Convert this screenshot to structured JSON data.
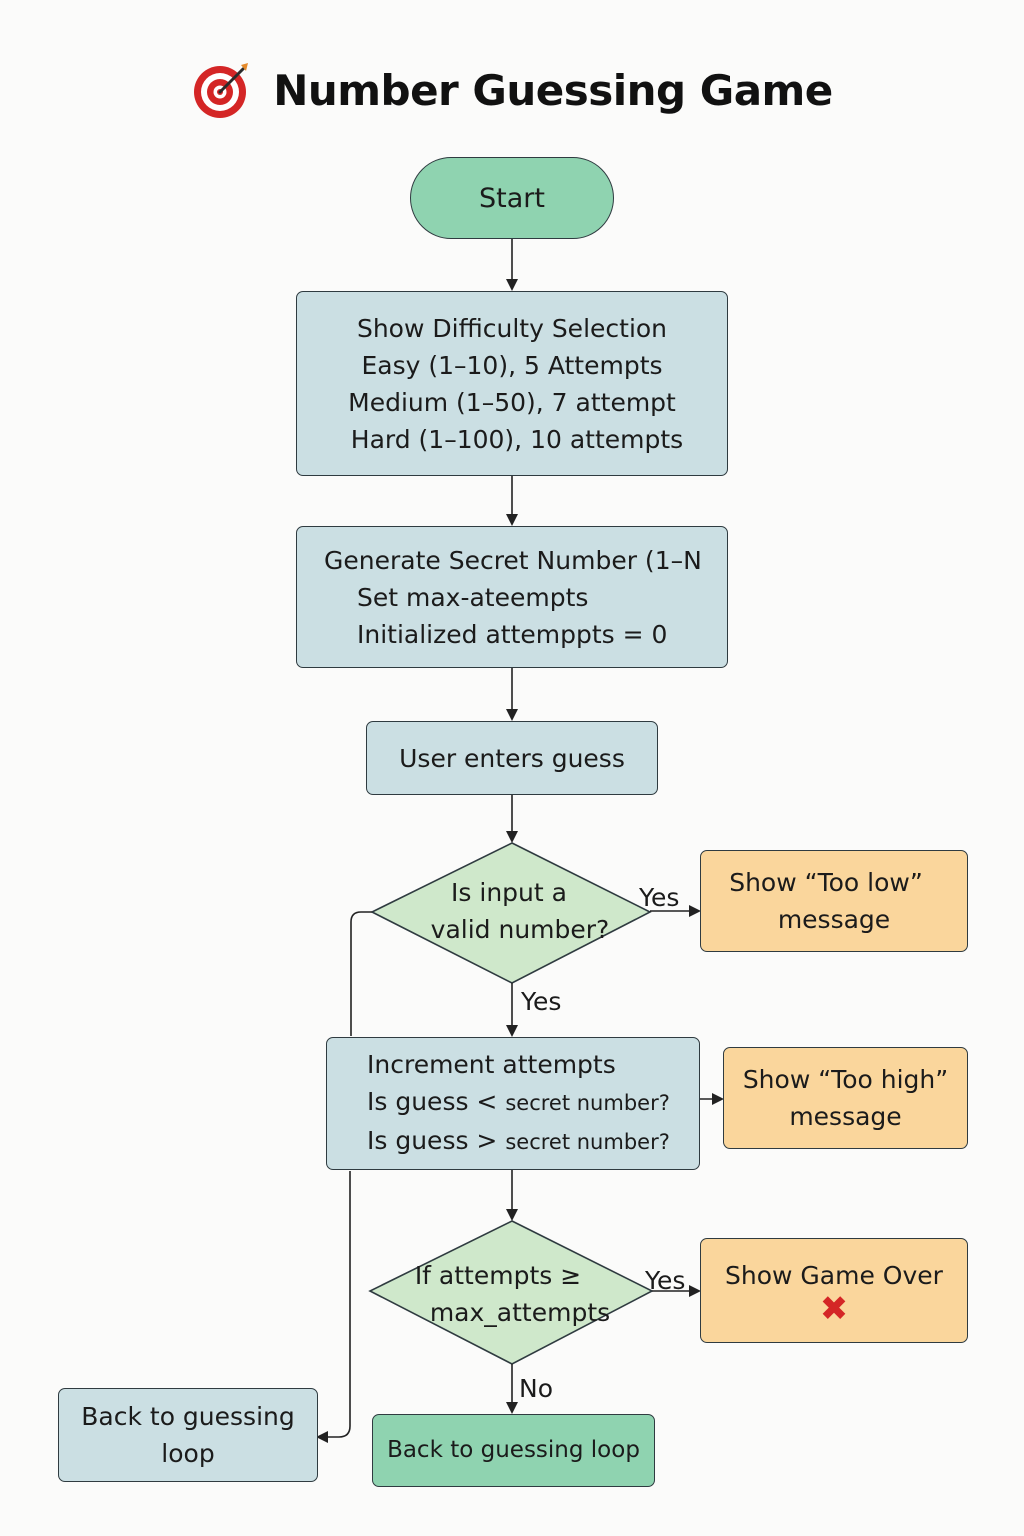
{
  "title": "Number Guessing Game",
  "icons": {
    "title_icon": "target-icon",
    "game_over_icon": "cross-icon"
  },
  "colors": {
    "terminal_fill": "#8fd3b0",
    "process_fill": "#cbdfe3",
    "decision_fill": "#cfe8cb",
    "output_fill": "#fad69c",
    "icon_red": "#d42626"
  },
  "nodes": {
    "start": {
      "label": "Start"
    },
    "difficulty": {
      "lines": [
        "Show Difficulty Selection",
        "Easy (1–10), 5 Attempts",
        "Medium (1–50), 7 attempt",
        "Hard (1–100), 10 attempts"
      ]
    },
    "generate": {
      "lines": [
        "Generate Secret Number (1–N",
        "Set max-ateempts",
        "Initialized attemppts = 0"
      ]
    },
    "user_guess": {
      "label": "User enters guess"
    },
    "valid_check": {
      "lines": [
        "Is input a",
        "valid number?"
      ]
    },
    "too_low": {
      "lines": [
        "Show “Too low”",
        "message"
      ]
    },
    "increment": {
      "line1": "Increment attempts",
      "line2_main": "Is guess <",
      "line2_small": "secret number?",
      "line3_main": "Is guess >",
      "line3_small": "secret number?"
    },
    "too_high": {
      "lines": [
        "Show “Too high”",
        "message"
      ]
    },
    "attempts_check": {
      "lines": [
        "If attempts ≥",
        "max_attempts"
      ]
    },
    "game_over": {
      "label": "Show Game Over",
      "icon_glyph": "✖"
    },
    "back_left": {
      "lines": [
        "Back to guessing",
        "loop"
      ]
    },
    "back_bottom": {
      "label": "Back to guessing loop"
    }
  },
  "edge_labels": {
    "valid_right": "Yes",
    "valid_down": "Yes",
    "attempts_right": "Yes",
    "attempts_down": "No"
  }
}
